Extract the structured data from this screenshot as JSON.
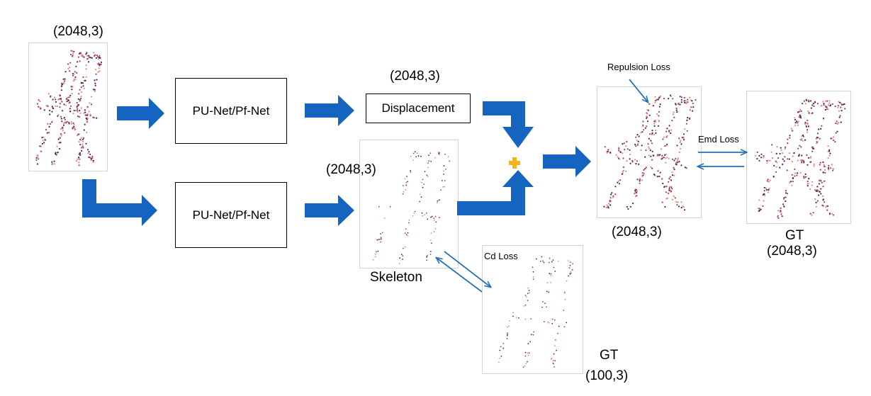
{
  "labels": {
    "input_dims": "(2048,3)",
    "module_top": "PU-Net/Pf-Net",
    "module_bottom": "PU-Net/Pf-Net",
    "displacement_dims": "(2048,3)",
    "displacement": "Displacement",
    "skeleton_dims": "(2048,3)",
    "skeleton": "Skeleton",
    "repulsion_loss": "Repulsion Loss",
    "output_dims": "(2048,3)",
    "emd_loss": "Emd Loss",
    "gt_output": "GT",
    "gt_output_dims": "(2048,3)",
    "cd_loss": "Cd Loss",
    "gt_skeleton": "GT",
    "gt_skeleton_dims": "(100,3)",
    "plus_symbol": "+"
  },
  "colors": {
    "arrow_blue": "#1565c0",
    "thin_arrow_blue": "#2471b5",
    "plus_yellow": "#f2b418",
    "point_dark": "#4b2256",
    "point_mid": "#a03a6e",
    "point_light": "#e08a78"
  }
}
